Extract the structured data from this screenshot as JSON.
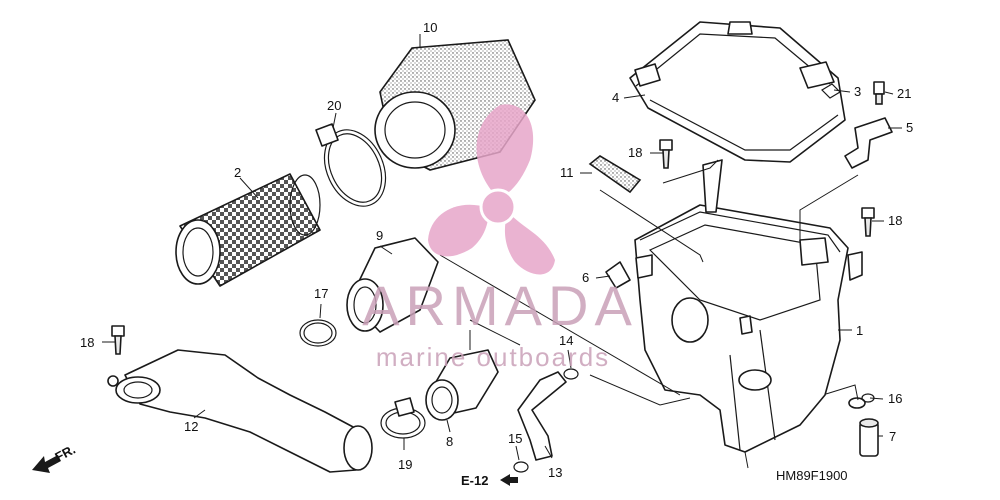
{
  "diagram_code": "HM89F1900",
  "reference": "E-12",
  "direction_label": "FR.",
  "watermark": {
    "brand": "ARMADA",
    "tagline": "marine outboards",
    "color": "#e7a6c9"
  },
  "callouts": {
    "p1": "1",
    "p2": "2",
    "p3": "3",
    "p4": "4",
    "p5": "5",
    "p6": "6",
    "p7": "7",
    "p8": "8",
    "p9": "9",
    "p10": "10",
    "p11": "11",
    "p12": "12",
    "p13": "13",
    "p14": "14",
    "p15": "15",
    "p16": "16",
    "p17": "17",
    "p18a": "18",
    "p18b": "18",
    "p18c": "18",
    "p19": "19",
    "p20": "20",
    "p21": "21"
  }
}
